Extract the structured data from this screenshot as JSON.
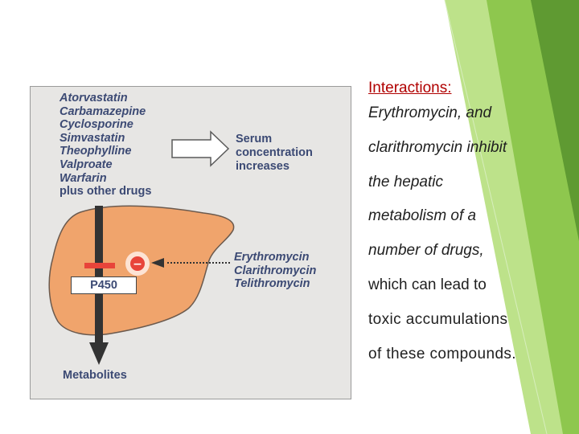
{
  "figure": {
    "drug_list": [
      "Atorvastatin",
      "Carbamazepine",
      "Cyclosporine",
      "Simvastatin",
      "Theophylline",
      "Valproate",
      "Warfarin"
    ],
    "drug_list_tail": "plus other drugs",
    "serum_lines": [
      "Serum",
      "concentration",
      "increases"
    ],
    "inhibitors": [
      "Erythromycin",
      "Clarithromycin",
      "Telithromycin"
    ],
    "enzyme_label": "P450",
    "output_label": "Metabolites",
    "inhibit_symbol": "−"
  },
  "text": {
    "heading": "Interactions:",
    "lines": [
      "Erythromycin, and",
      "clarithromycin inhibit",
      "the hepatic",
      "metabolism of a",
      "number of drugs,",
      "which can lead to",
      "toxic accumulations",
      "of these compounds."
    ]
  },
  "colors": {
    "liver": "#f0a46c",
    "liver_outline": "#6b5a4e",
    "inhibit_red": "#e8443a",
    "figure_bg": "#e7e6e4",
    "label_navy": "#3c4a74",
    "heading_red": "#b00000",
    "accent_green_light": "#9ed060",
    "accent_green_dark": "#68a035"
  }
}
